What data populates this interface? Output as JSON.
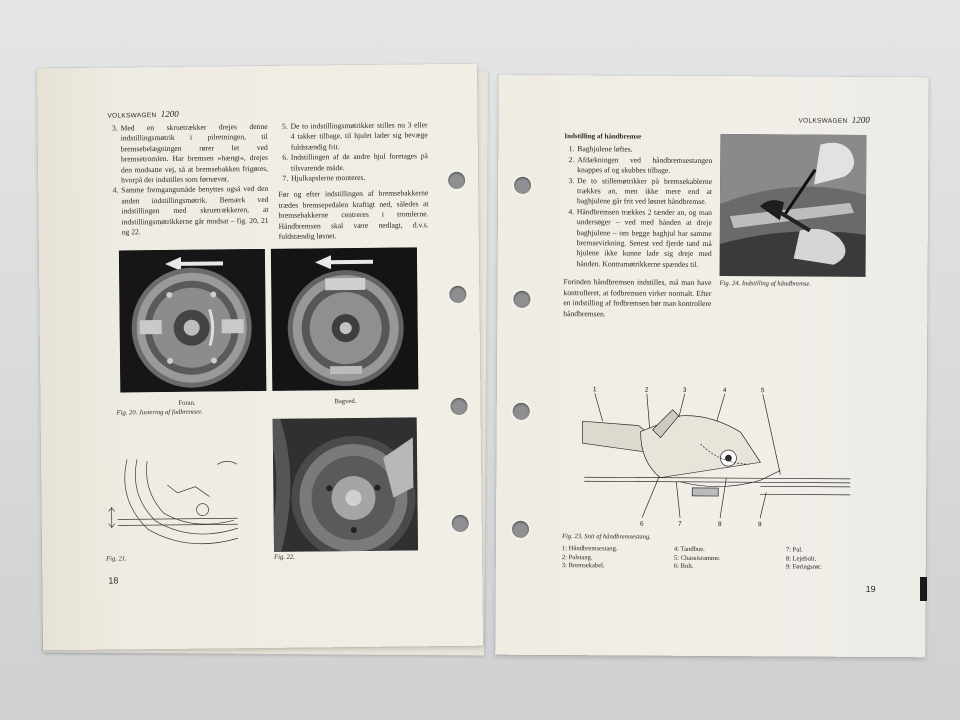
{
  "left_page": {
    "header_brand": "VOLKSWAGEN",
    "header_model": "1200",
    "page_number": "18",
    "col1_items": [
      "Med en skruetrækker drejes denne indstillingsmøtrik i pilretningen, til bremsebelægningen rører let ved bremsetromlen. Har bremsen »hængt«, drejes den modsatte vej, så at bremsebakken frigøres, hvorpå der indstilles som førnævnt.",
      "Samme fremgangsmåde benyttes også ved den anden indstillingsmøtrik. Bemærk ved indstillingen med skruetrækkeren, at indstillingsmøtrikkerne går modsat – fig. 20, 21 og 22."
    ],
    "col1_start": "3",
    "col2_items": [
      "De to indstillingsmøtrikker stilles nu 3 eller 4 takker tilbage, til hjulet lader sig bevæge fuldstændig frit.",
      "Indstillingen af de andre hjul foretages på tilsvarende måde.",
      "Hjulkapslerne monteres."
    ],
    "col2_start": "5",
    "col2_para": "Før og efter indstillingen af bremsebakkerne trædes bremsepedalen kraftigt ned, således at bremsebakkerne centreres i tromlerne. Håndbremsen skal være nedlagt, d.v.s. fuldstændig løsnet.",
    "photo_label_front": "Foran.",
    "photo_label_back": "Bagved.",
    "fig20_caption": "Fig. 20. Justering af fodbremser.",
    "fig21_caption": "Fig. 21.",
    "fig22_caption": "Fig. 22."
  },
  "right_page": {
    "header_brand": "VOLKSWAGEN",
    "header_model": "1200",
    "page_number": "19",
    "section_title": "Indstilling af håndbremse",
    "steps": [
      "Baghjulene løftes.",
      "Afdækningen ved håndbremsestangen knappes af og skubbes tilbage.",
      "De to stillemøtrikker på bremsekablerne trækkes an, men ikke mere end at baghjulene går frit ved løsnet håndbremse.",
      "Håndbremsen trækkes 2 tænder an, og man undersøger – ved med hånden at dreje baghjulene – om begge baghjul har samme bremsevirkning. Senest ved fjerde tand må hjulene ikke kunne lade sig dreje med hånden. Kontramøtrikkerne spændes til."
    ],
    "para": "Forinden håndbremsen indstilles, må man have kontrolleret, at fodbremsen virker normalt. Efter en indstilling af fodbremsen bør man kontrollere håndbremsen.",
    "fig24_caption": "Fig. 24. Indstilling af håndbremse.",
    "fig23_caption": "Fig. 23. Snit af håndbremsestang.",
    "diagram_numbers_top": [
      "1",
      "2",
      "3",
      "4",
      "5"
    ],
    "diagram_numbers_bottom": [
      "6",
      "7",
      "8",
      "9"
    ],
    "legend_col1": [
      "1: Håndbremsestang.",
      "2: Palstang.",
      "3: Bremsekabel."
    ],
    "legend_col2": [
      "4: Tandbue.",
      "5: Chassisramme.",
      "6: Bolt."
    ],
    "legend_col3": [
      "7: Pal.",
      "8: Lejebolt.",
      "9: Føringsrør."
    ]
  }
}
